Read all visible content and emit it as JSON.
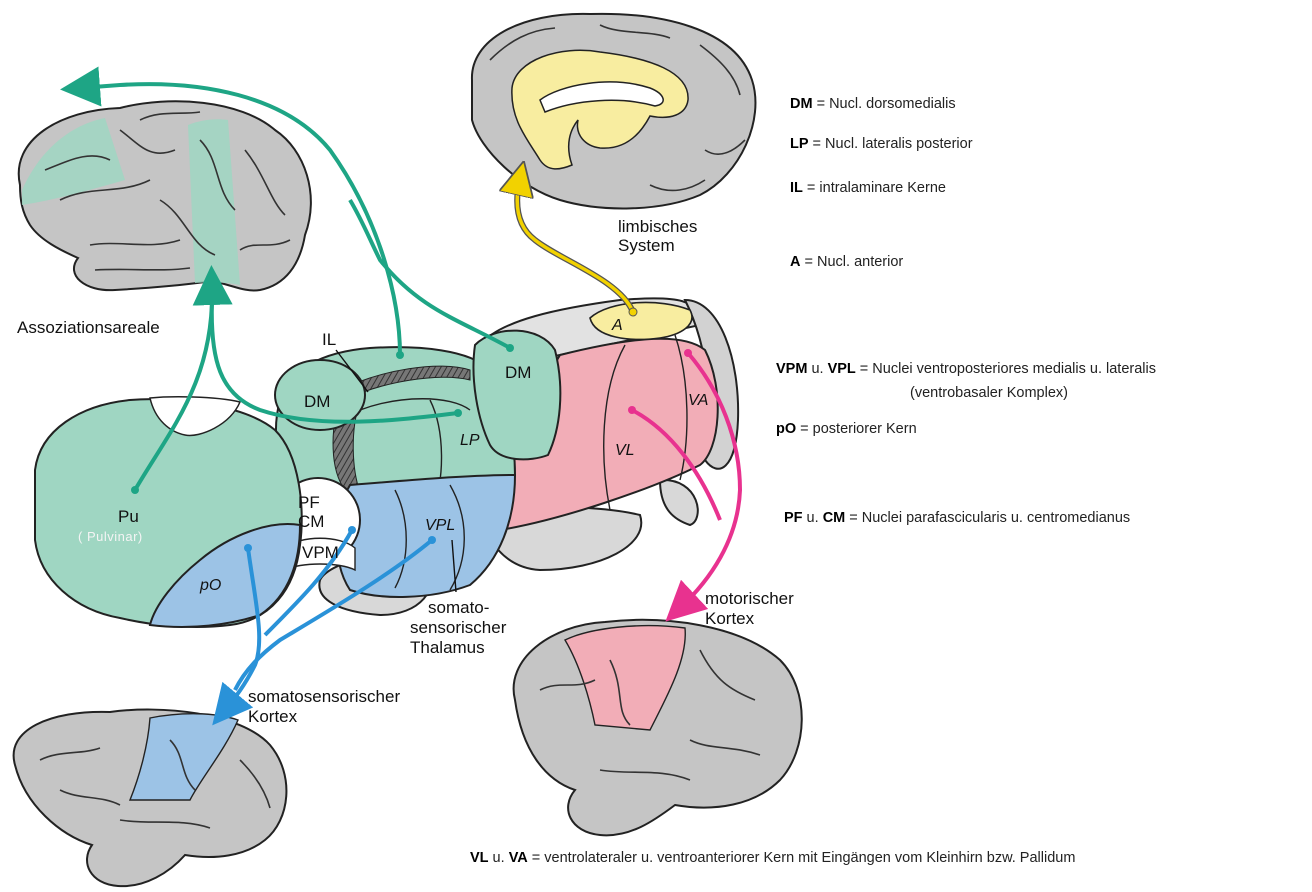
{
  "labels": {
    "assoziation": "Assoziationsareale",
    "limbisch_line1": "limbisches",
    "limbisch_line2": "System",
    "motorisch_line1": "motorischer",
    "motorisch_line2": "Kortex",
    "somato_line1": "somatosensorischer",
    "somato_line2": "Kortex",
    "thal_line1": "somato-",
    "thal_line2": "sensorischer",
    "thal_line3": "Thalamus"
  },
  "nuclei": {
    "il": "IL",
    "dm_back": "DM",
    "dm_front": "DM",
    "lp": "LP",
    "vl": "VL",
    "va": "VA",
    "a": "A",
    "pu": "Pu",
    "pulvinar": "( Pulvinar)",
    "pf": "PF",
    "cm": "CM",
    "vpm": "VPM",
    "vpl": "VPL",
    "po": "pO"
  },
  "legend": [
    {
      "abbr": "DM",
      "text": " = Nucl. dorsomedialis"
    },
    {
      "abbr": "LP",
      "text": " = Nucl. lateralis posterior"
    },
    {
      "abbr": "IL",
      "text": " = intralaminare Kerne"
    },
    {
      "abbr": "A",
      "text": " = Nucl. anterior"
    },
    {
      "abbr": "VPM",
      "mid": " u. ",
      "abbr2": "VPL",
      "text": " = Nuclei ventroposteriores medialis u. lateralis",
      "sub": "(ventrobasaler Komplex)"
    },
    {
      "abbr": "pO",
      "text": " = posteriorer Kern"
    },
    {
      "abbr": "PF",
      "mid": " u. ",
      "abbr2": "CM",
      "text": " = Nuclei parafascicularis u. centromedianus"
    },
    {
      "abbr": "VL",
      "mid": " u. ",
      "abbr2": "VA",
      "text": " = ventrolateraler u. ventroanteriorer Kern mit Eingängen vom Kleinhirn bzw. Pallidum"
    }
  ],
  "colors": {
    "green": "#9fd6c2",
    "green_line": "#1ea585",
    "blue": "#9cc3e6",
    "blue_line": "#2a92d8",
    "pink": "#f2adb7",
    "pink_line": "#e8328f",
    "yellow": "#f8eda0",
    "yellow_line": "#f2d200",
    "brain": "#c5c5c5"
  }
}
